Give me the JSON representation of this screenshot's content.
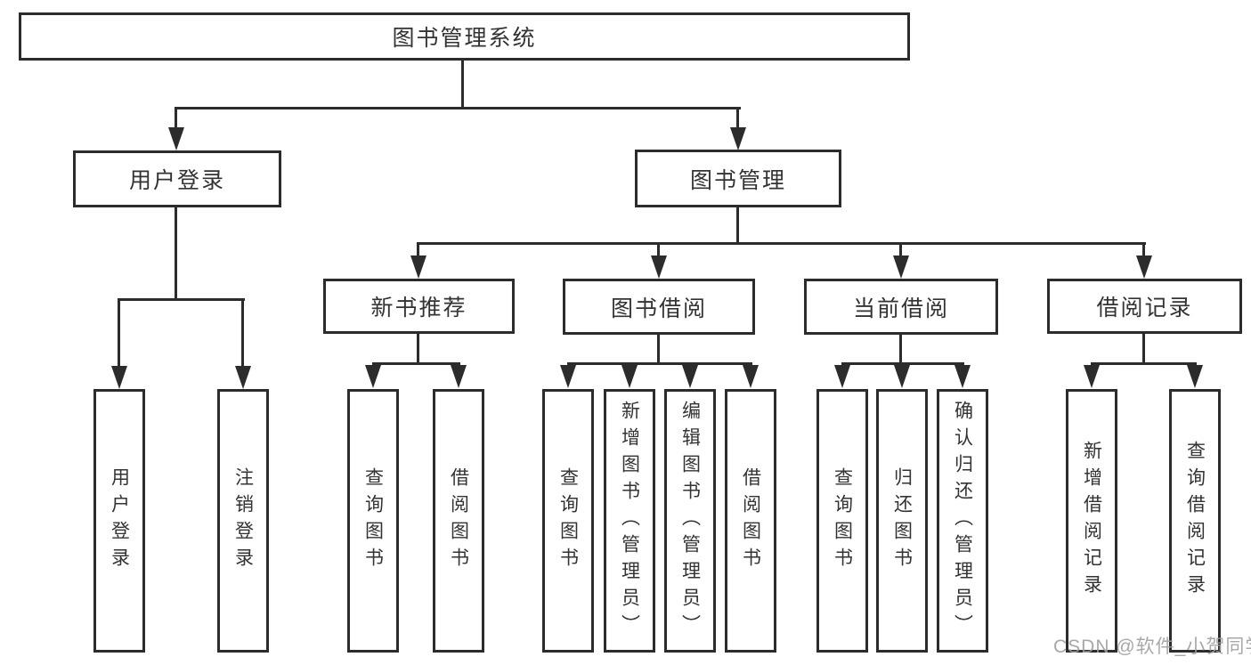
{
  "watermark": {
    "text": "CSDN @软件_小贺同学"
  },
  "colors": {
    "line": "#2c2c2c",
    "box_border": "#2c2c2c",
    "box_fill": "#ffffff",
    "text": "#333333",
    "watermark": "#9e9e9e",
    "background": "#ffffff"
  },
  "tree": {
    "label": "图书管理系统",
    "children": [
      {
        "label": "用户登录",
        "children": [
          {
            "label": "用户登录"
          },
          {
            "label": "注销登录"
          }
        ]
      },
      {
        "label": "图书管理",
        "children": [
          {
            "label": "新书推荐",
            "children": [
              {
                "label": "查询图书"
              },
              {
                "label": "借阅图书"
              }
            ]
          },
          {
            "label": "图书借阅",
            "children": [
              {
                "label": "查询图书"
              },
              {
                "label": "新增图书（管理员）"
              },
              {
                "label": "编辑图书（管理员）"
              },
              {
                "label": "借阅图书"
              }
            ]
          },
          {
            "label": "当前借阅",
            "children": [
              {
                "label": "查询图书"
              },
              {
                "label": "归还图书"
              },
              {
                "label": "确认归还（管理员）"
              }
            ]
          },
          {
            "label": "借阅记录",
            "children": [
              {
                "label": "新增借阅记录"
              },
              {
                "label": "查询借阅记录"
              }
            ]
          }
        ]
      }
    ]
  }
}
